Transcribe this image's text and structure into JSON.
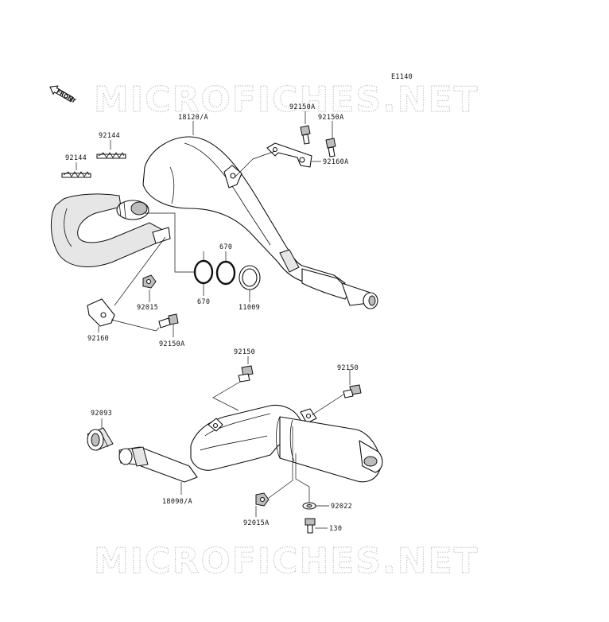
{
  "diagram": {
    "code": "E1140",
    "front_label": "FRONT",
    "watermark": "MICROFICHES.NET",
    "parts": {
      "p18120A": "18120/A",
      "p92150A_top1": "92150A",
      "p92150A_top2": "92150A",
      "p92160A": "92160A",
      "p92144_a": "92144",
      "p92144_b": "92144",
      "p670_a": "670",
      "p670_b": "670",
      "p11009": "11009",
      "p92015": "92015",
      "p92160": "92160",
      "p92150A_low": "92150A",
      "p92150_a": "92150",
      "p92150_b": "92150",
      "p92093": "92093",
      "p18090A": "18090/A",
      "p92022": "92022",
      "p92015A": "92015A",
      "p130": "130"
    }
  }
}
